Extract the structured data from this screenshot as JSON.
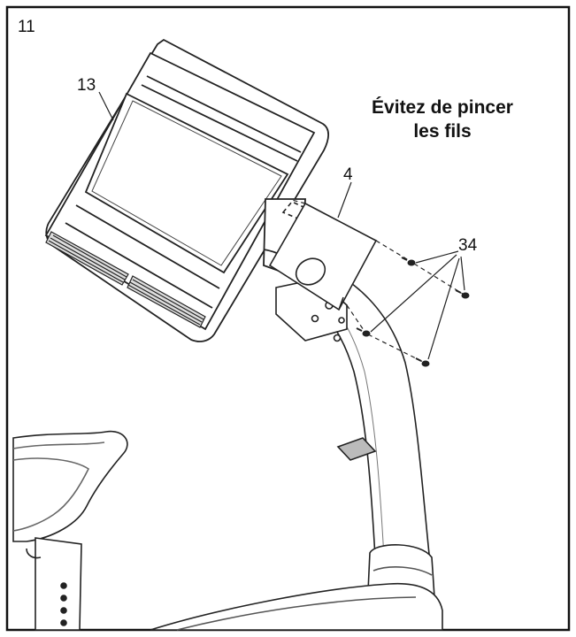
{
  "step_number": "11",
  "warning": {
    "line1": "Évitez de pincer",
    "line2": "les fils"
  },
  "callouts": {
    "console": "13",
    "bracket": "4",
    "screws": "34"
  }
}
